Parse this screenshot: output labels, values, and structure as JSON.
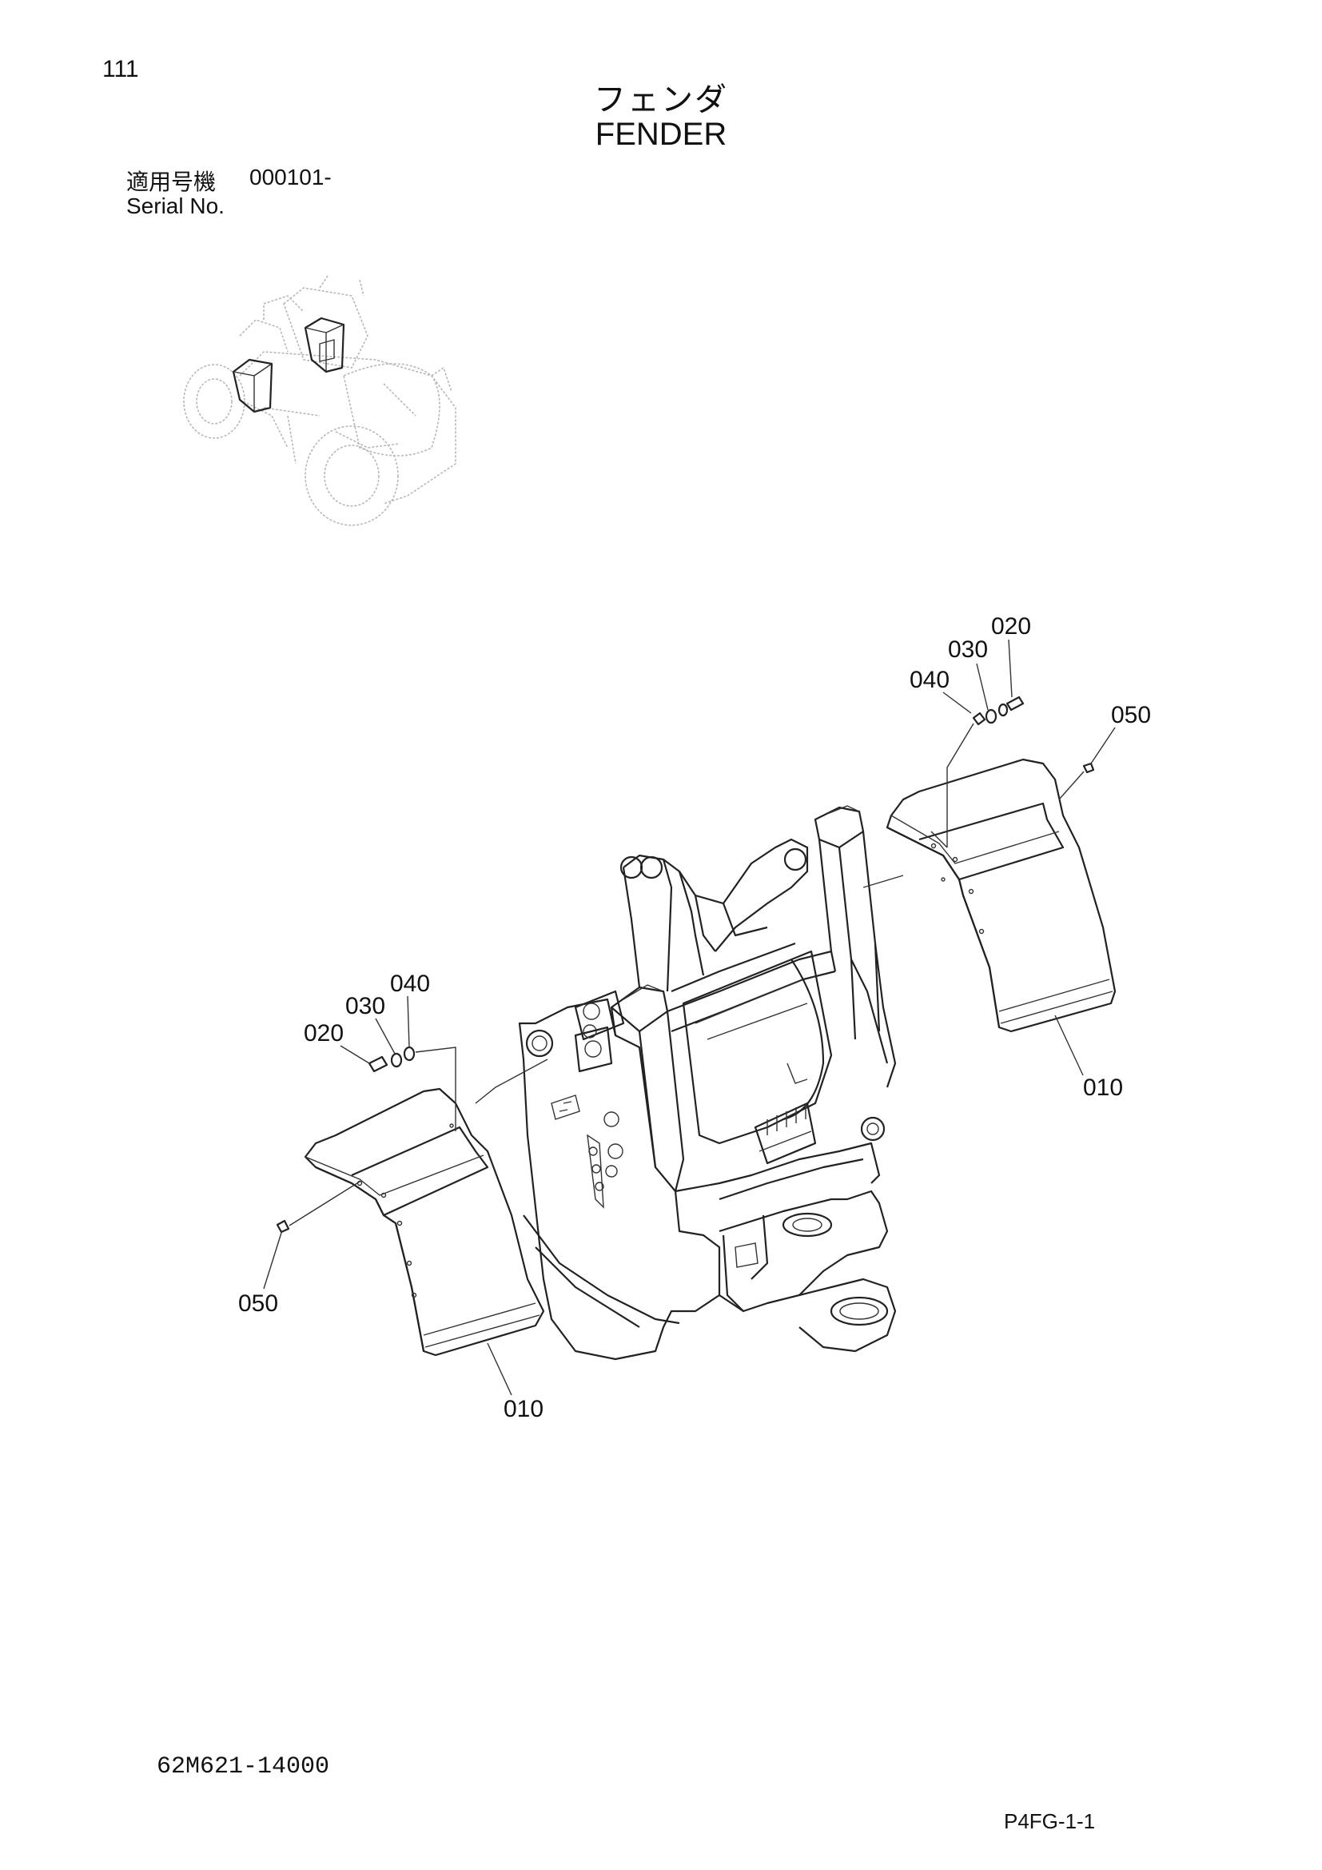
{
  "page": {
    "number": "111",
    "title_ja": "フェンダ",
    "title_en": "FENDER",
    "serial_label_ja": "適用号機",
    "serial_value": "000101-",
    "serial_label_en": "Serial No.",
    "drawing_number": "62M621-14000",
    "page_code": "P4FG-1-1"
  },
  "callouts": {
    "right_010": "010",
    "right_020": "020",
    "right_030": "030",
    "right_040": "040",
    "right_050": "050",
    "left_010": "010",
    "left_020": "020",
    "left_030": "030",
    "left_040": "040",
    "left_050": "050"
  }
}
